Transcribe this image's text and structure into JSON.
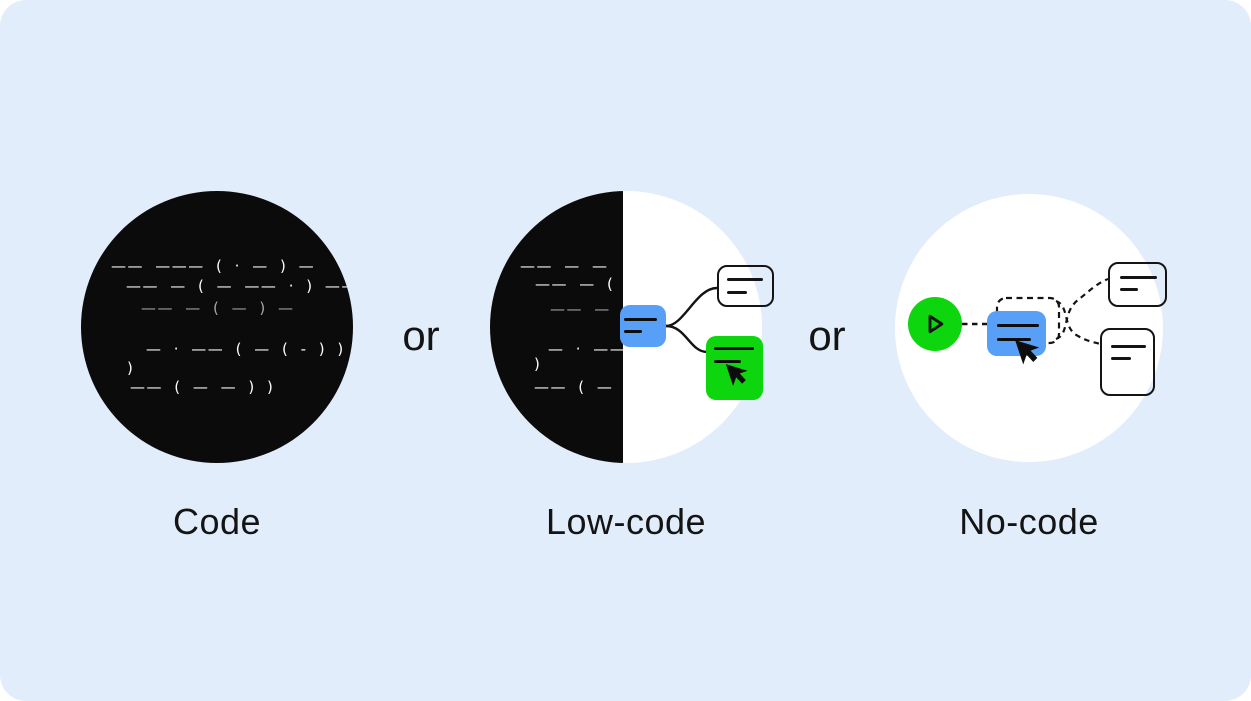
{
  "canvas": {
    "background": "#E2EDFB",
    "outer_background": "#FFFFFF"
  },
  "colors": {
    "ink": "#141414",
    "circle_black": "#0B0B0B",
    "circle_white": "#FFFFFF",
    "accent_blue": "#58A0F7",
    "accent_green": "#0ED60E",
    "code_text": "#FCFCFC",
    "code_text_muted": "#A6A6A6"
  },
  "options": [
    {
      "id": "code",
      "label": "Code"
    },
    {
      "id": "low-code",
      "label": "Low-code"
    },
    {
      "id": "no-code",
      "label": "No-code"
    }
  ],
  "separators": [
    {
      "text": "or"
    },
    {
      "text": "or"
    }
  ],
  "code_circle": {
    "lines": [
      "—— ——— ( · — ) —",
      "—— — ( — —— · ) ——",
      "—— — ( — ) —",
      "— · —— ( — ( - ) ) ——",
      ")",
      "—— ( — — ) )"
    ]
  },
  "lowcode_circle": {
    "lines": [
      "—— — —",
      "—— — ( —",
      "—— — ——",
      "— · ———",
      ")",
      "—— ( — —"
    ]
  },
  "icons": {
    "play": "play-icon",
    "cursor": "cursor-arrow-icon",
    "connector": "connector-line",
    "dashed_connector": "dashed-connector-line"
  }
}
